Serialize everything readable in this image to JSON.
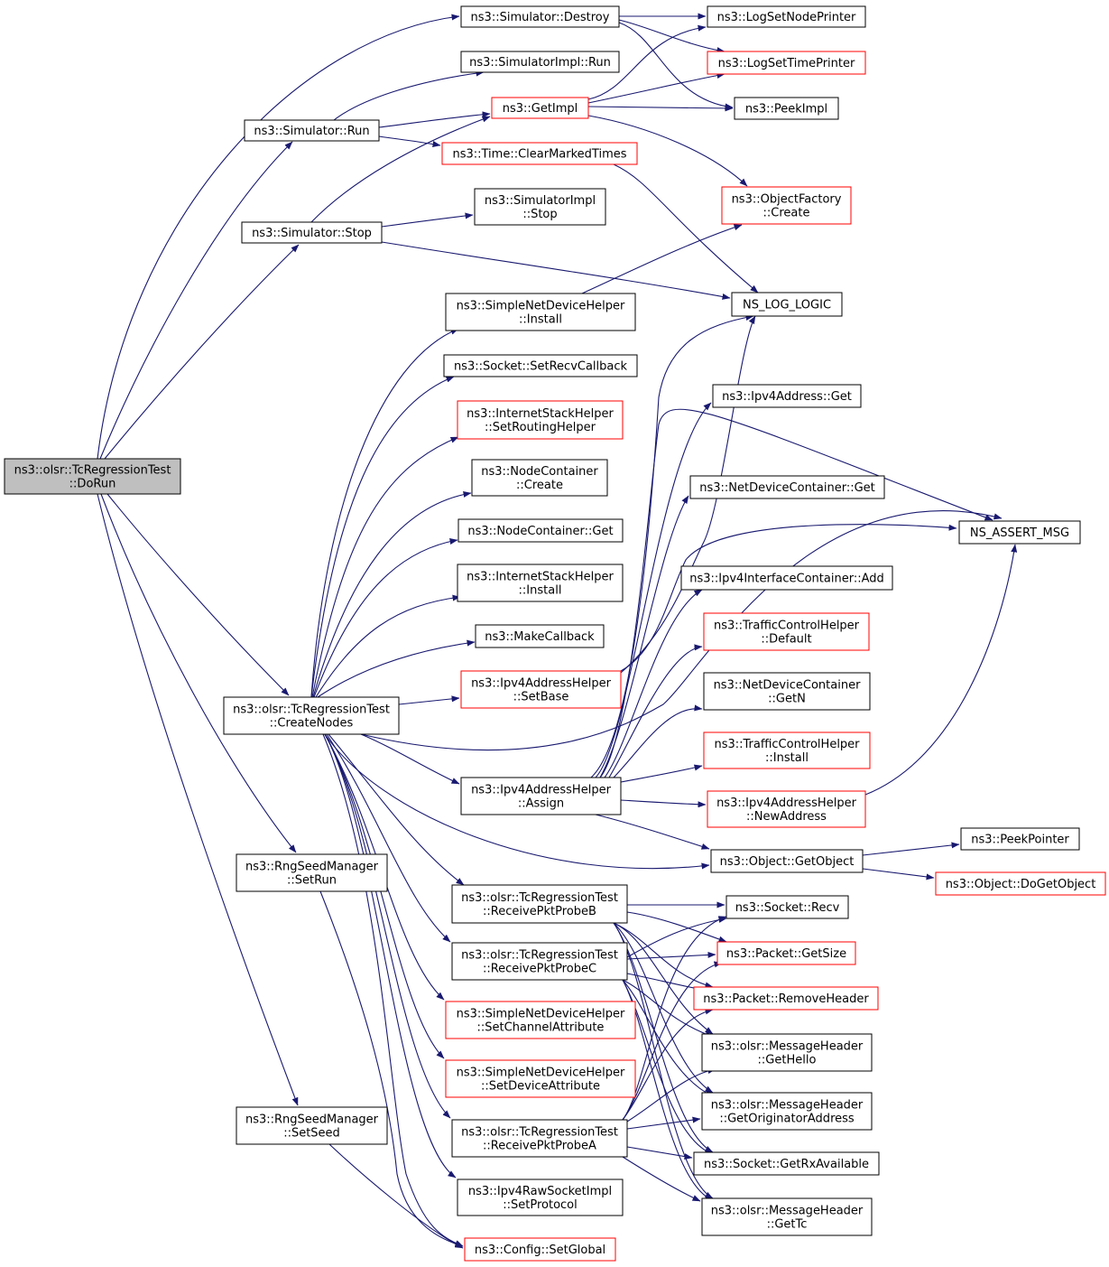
{
  "colors": {
    "edge": "#191970",
    "border": "#000000",
    "incomplete_border": "#ff0000",
    "root_fill": "#bfbfbf",
    "background": "#ffffff"
  },
  "nodes": {
    "dorun": [
      "ns3::olsr::TcRegressionTest",
      "::DoRun"
    ],
    "sim_destroy": [
      "ns3::Simulator::Destroy"
    ],
    "log_node_printer": [
      "ns3::LogSetNodePrinter"
    ],
    "log_time_printer": [
      "ns3::LogSetTimePrinter"
    ],
    "sim_impl_run": [
      "ns3::SimulatorImpl::Run"
    ],
    "get_impl": [
      "ns3::GetImpl"
    ],
    "peek_impl": [
      "ns3::PeekImpl"
    ],
    "sim_run": [
      "ns3::Simulator::Run"
    ],
    "clear_marked_times": [
      "ns3::Time::ClearMarkedTimes"
    ],
    "object_factory_create": [
      "ns3::ObjectFactory",
      "::Create"
    ],
    "sim_impl_stop": [
      "ns3::SimulatorImpl",
      "::Stop"
    ],
    "sim_stop": [
      "ns3::Simulator::Stop"
    ],
    "ns_log_logic": [
      "NS_LOG_LOGIC"
    ],
    "simple_ndh_install": [
      "ns3::SimpleNetDeviceHelper",
      "::Install"
    ],
    "socket_set_recv_callback": [
      "ns3::Socket::SetRecvCallback"
    ],
    "ish_set_routing_helper": [
      "ns3::InternetStackHelper",
      "::SetRoutingHelper"
    ],
    "ipv4_address_get": [
      "ns3::Ipv4Address::Get"
    ],
    "node_container_create": [
      "ns3::NodeContainer",
      "::Create"
    ],
    "ndc_get": [
      "ns3::NetDeviceContainer::Get"
    ],
    "ns_assert_msg": [
      "NS_ASSERT_MSG"
    ],
    "node_container_get": [
      "ns3::NodeContainer::Get"
    ],
    "ish_install": [
      "ns3::InternetStackHelper",
      "::Install"
    ],
    "ipv4_ic_add": [
      "ns3::Ipv4InterfaceContainer::Add"
    ],
    "make_callback": [
      "ns3::MakeCallback"
    ],
    "tch_default": [
      "ns3::TrafficControlHelper",
      "::Default"
    ],
    "ipv4_ah_set_base": [
      "ns3::Ipv4AddressHelper",
      "::SetBase"
    ],
    "create_nodes": [
      "ns3::olsr::TcRegressionTest",
      "::CreateNodes"
    ],
    "ndc_get_n": [
      "ns3::NetDeviceContainer",
      "::GetN"
    ],
    "tch_install": [
      "ns3::TrafficControlHelper",
      "::Install"
    ],
    "ipv4_ah_assign": [
      "ns3::Ipv4AddressHelper",
      "::Assign"
    ],
    "ipv4_ah_new_address": [
      "ns3::Ipv4AddressHelper",
      "::NewAddress"
    ],
    "peek_pointer": [
      "ns3::PeekPointer"
    ],
    "rng_set_run": [
      "ns3::RngSeedManager",
      "::SetRun"
    ],
    "object_get_object": [
      "ns3::Object::GetObject"
    ],
    "object_do_get_object": [
      "ns3::Object::DoGetObject"
    ],
    "recv_probe_b": [
      "ns3::olsr::TcRegressionTest",
      "::ReceivePktProbeB"
    ],
    "socket_recv": [
      "ns3::Socket::Recv"
    ],
    "packet_get_size": [
      "ns3::Packet::GetSize"
    ],
    "recv_probe_c": [
      "ns3::olsr::TcRegressionTest",
      "::ReceivePktProbeC"
    ],
    "packet_remove_header": [
      "ns3::Packet::RemoveHeader"
    ],
    "snd_set_channel_attr": [
      "ns3::SimpleNetDeviceHelper",
      "::SetChannelAttribute"
    ],
    "mh_get_hello": [
      "ns3::olsr::MessageHeader",
      "::GetHello"
    ],
    "snd_set_device_attr": [
      "ns3::SimpleNetDeviceHelper",
      "::SetDeviceAttribute"
    ],
    "mh_get_originator": [
      "ns3::olsr::MessageHeader",
      "::GetOriginatorAddress"
    ],
    "rng_set_seed": [
      "ns3::RngSeedManager",
      "::SetSeed"
    ],
    "recv_probe_a": [
      "ns3::olsr::TcRegressionTest",
      "::ReceivePktProbeA"
    ],
    "socket_get_rx_available": [
      "ns3::Socket::GetRxAvailable"
    ],
    "ipv4_raw_set_protocol": [
      "ns3::Ipv4RawSocketImpl",
      "::SetProtocol"
    ],
    "mh_get_tc": [
      "ns3::olsr::MessageHeader",
      "::GetTc"
    ],
    "config_set_global": [
      "ns3::Config::SetGlobal"
    ]
  }
}
